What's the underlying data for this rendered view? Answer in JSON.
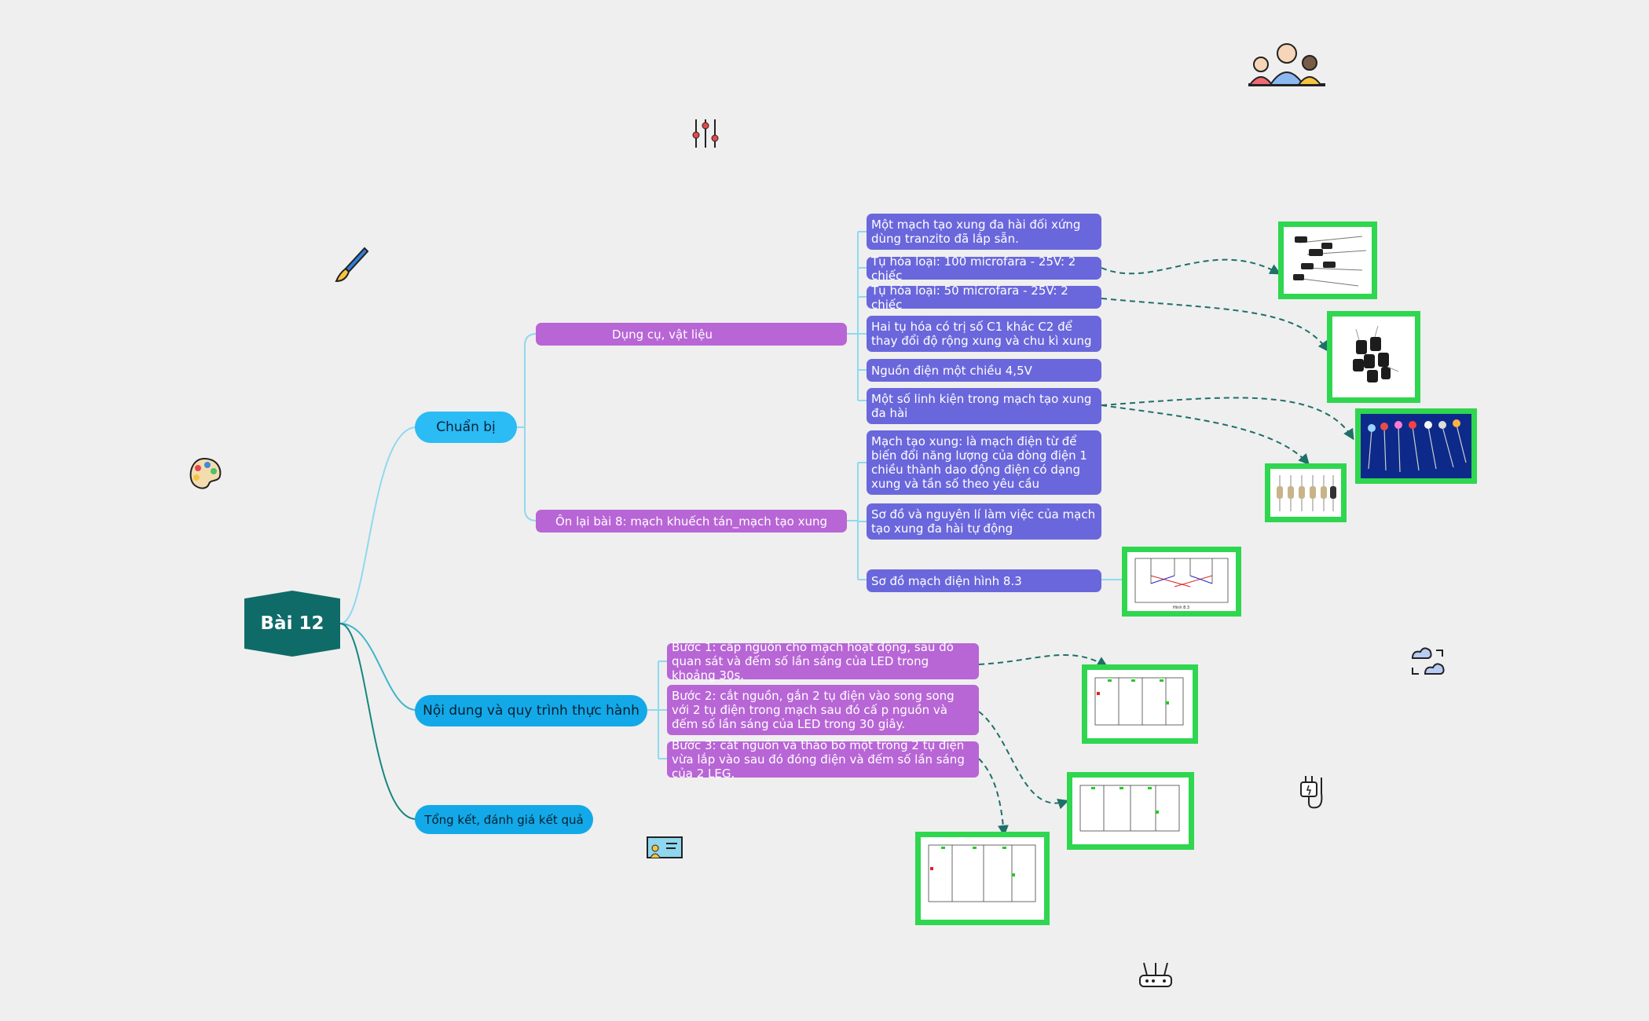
{
  "root": {
    "label": "Bài 12"
  },
  "branches": {
    "prep": "Chuẩn bị",
    "practice": "Nội dung và quy trình thực hành",
    "summary": "Tổng kết, đánh giá kết quả"
  },
  "categories": {
    "tools": "Dụng cụ, vật liệu",
    "review": "Ôn lại bài 8: mạch khuếch tán_mạch tạo xung"
  },
  "tools_items": [
    "Một mạch tạo xung đa hài đối xứng dùng tranzito đã lắp sẵn.",
    "Tụ hóa loại: 100 microfara - 25V: 2 chiếc",
    "Tụ hóa loại: 50 microfara - 25V: 2 chiếc",
    "Hai tụ hóa có trị số C1 khác C2 để thay đổi độ rộng xung và chu kì xung",
    "Nguồn điện một chiều 4,5V",
    "Một số linh kiện trong mạch tạo xung đa hài"
  ],
  "review_items": [
    "Mạch tạo xung: là mạch điện từ để biến đổi năng lượng của dòng điện 1 chiều thành dao động điện có dạng xung và tần số theo yêu cầu",
    "Sơ đồ và nguyên lí làm việc của mạch tạo xung đa hài tự động",
    "Sơ đồ mạch điện hình 8.3"
  ],
  "practice_steps": [
    "Bước 1: cấp nguồn cho mạch hoạt động, sau đó quan sát và đếm số lần sáng của LED trong khoảng 30s.",
    "Bước 2: cắt nguồn, gắn 2 tụ điện vào song song với 2 tụ điện trong mạch sau đó cấ p nguồn và đếm số lần sáng của LED trong 30 giây.",
    "Bước 3: cắt nguồn và tháo bỏ một trong 2 tụ điện vừa lắp vào sau đó đóng điện và đếm số lần sáng của 2 LEG."
  ],
  "circuit_caption": "Hình 8.3",
  "colors": {
    "root": "#0f6b68",
    "branch": "#2bbbf5",
    "category": "#b865d6",
    "leaf": "#6a67dc",
    "thumb_border": "#2fd64f",
    "arrow": "#1f6f6a"
  },
  "icons": [
    "people-icon",
    "sliders-icon",
    "paintbrush-icon",
    "palette-icon",
    "cloud-sync-icon",
    "plug-icon",
    "presentation-icon",
    "router-icon"
  ]
}
